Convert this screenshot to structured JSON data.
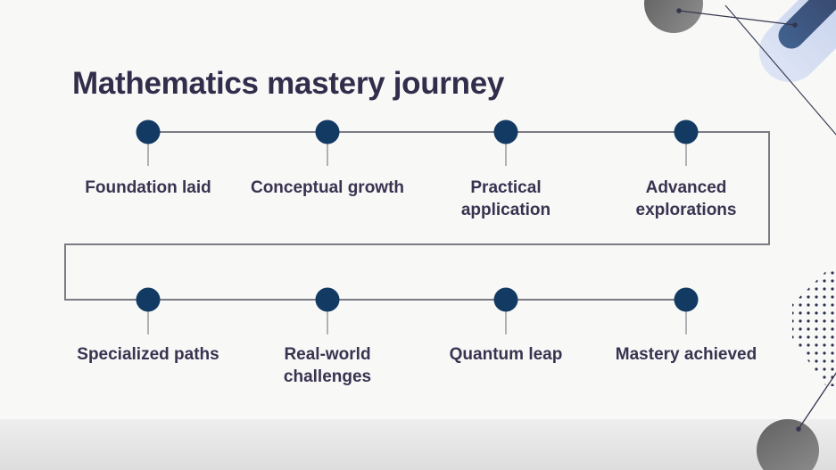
{
  "slide": {
    "title": "Mathematics mastery journey",
    "milestones": [
      {
        "label": "Foundation laid"
      },
      {
        "label": "Conceptual growth"
      },
      {
        "label": "Practical application"
      },
      {
        "label": "Advanced explorations"
      },
      {
        "label": "Specialized paths"
      },
      {
        "label": "Real-world challenges"
      },
      {
        "label": "Quantum leap"
      },
      {
        "label": "Mastery achieved"
      }
    ],
    "timeline": {
      "rows": [
        [
          "Foundation laid",
          "Conceptual growth",
          "Practical application",
          "Advanced explorations"
        ],
        [
          "Specialized paths",
          "Real-world challenges",
          "Quantum leap",
          "Mastery achieved"
        ]
      ],
      "milestone_count": 8
    },
    "colors": {
      "background": "#f8f8f7",
      "title_text": "#312d4b",
      "label_text": "#393350",
      "milestone_dot": "#123a62",
      "connector_line": "#7b7b83",
      "tick_line": "#9a9aa0",
      "callout_line": "#34364f",
      "capsule_outer": "#c9d7ee",
      "capsule_inner": "#3f5d85",
      "decor_gray_circle": "#7a7a7a",
      "pattern_dots": "#2c3150",
      "footer_band": "#e7e7e7"
    },
    "decor_icons": [
      "gray-circle-icon",
      "capsule-icon",
      "callout-line-icon",
      "diagonal-line-icon",
      "dot-grid-pattern-icon"
    ]
  }
}
